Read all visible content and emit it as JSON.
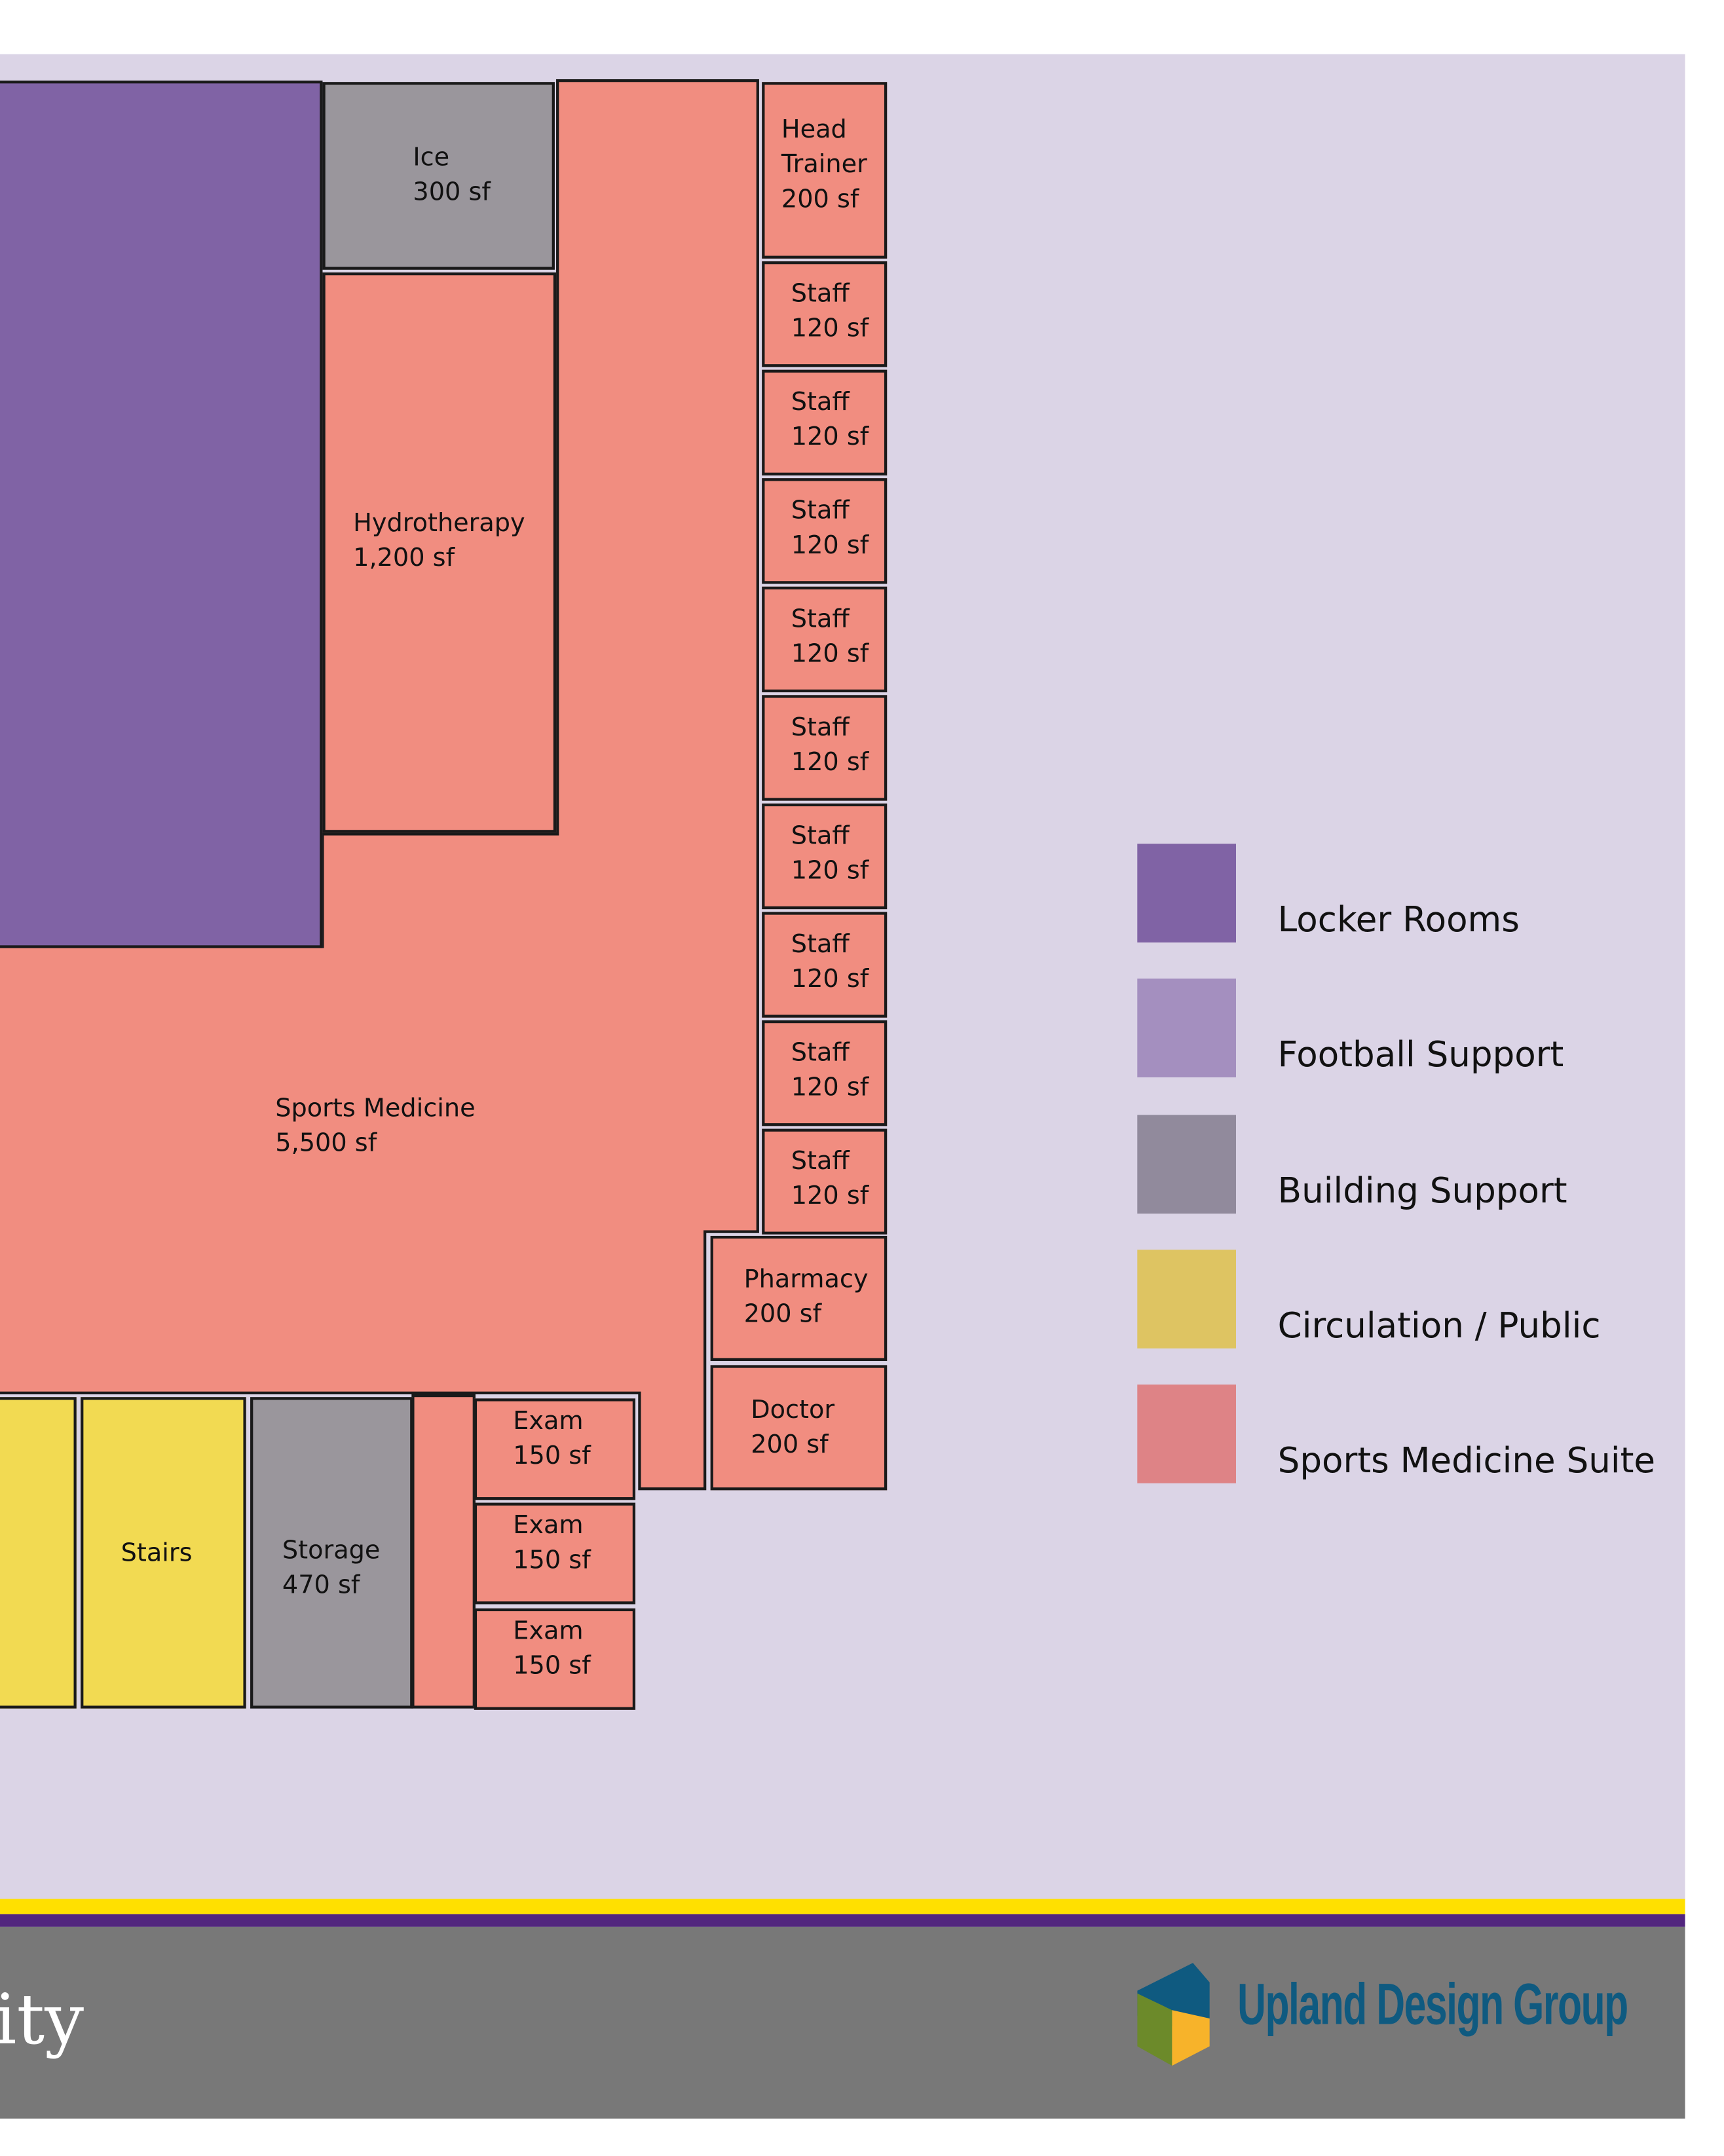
{
  "rooms": {
    "ice": {
      "name": "Ice",
      "area": "300 sf"
    },
    "hydrotherapy": {
      "name": "Hydrotherapy",
      "area": "1,200 sf"
    },
    "sports_medicine": {
      "name": "Sports Medicine",
      "area": "5,500 sf"
    },
    "head_trainer": {
      "name": "Head\nTrainer",
      "area": "200 sf"
    },
    "staff": [
      {
        "name": "Staff",
        "area": "120 sf"
      },
      {
        "name": "Staff",
        "area": "120 sf"
      },
      {
        "name": "Staff",
        "area": "120 sf"
      },
      {
        "name": "Staff",
        "area": "120 sf"
      },
      {
        "name": "Staff",
        "area": "120 sf"
      },
      {
        "name": "Staff",
        "area": "120 sf"
      },
      {
        "name": "Staff",
        "area": "120 sf"
      },
      {
        "name": "Staff",
        "area": "120 sf"
      },
      {
        "name": "Staff",
        "area": "120 sf"
      }
    ],
    "pharmacy": {
      "name": "Pharmacy",
      "area": "200 sf"
    },
    "doctor": {
      "name": "Doctor",
      "area": "200 sf"
    },
    "stairs": {
      "name": "Stairs"
    },
    "storage": {
      "name": "Storage",
      "area": "470 sf"
    },
    "exam": [
      {
        "name": "Exam",
        "area": "150 sf"
      },
      {
        "name": "Exam",
        "area": "150 sf"
      },
      {
        "name": "Exam",
        "area": "150 sf"
      }
    ]
  },
  "legend": [
    {
      "label": "Locker Rooms",
      "color": "#8063a5"
    },
    {
      "label": "Football Support",
      "color": "#a48fbf"
    },
    {
      "label": "Building Support",
      "color": "#918a9c"
    },
    {
      "label": "Circulation / Public",
      "color": "#dec462"
    },
    {
      "label": "Sports Medicine Suite",
      "color": "#de8386"
    }
  ],
  "footer": {
    "title_fragment": "ity",
    "logo_text": "Upland Design Group"
  }
}
